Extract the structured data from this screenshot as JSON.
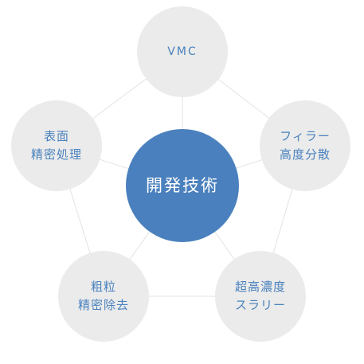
{
  "diagram": {
    "center": {
      "label": "開発技術"
    },
    "nodes": [
      {
        "id": "vmc",
        "label": "VMC"
      },
      {
        "id": "filler",
        "label": "フィラー\n高度分散"
      },
      {
        "id": "slurry",
        "label": "超高濃度\nスラリー"
      },
      {
        "id": "coarse",
        "label": "粗粒\n精密除去"
      },
      {
        "id": "surface",
        "label": "表面\n精密処理"
      }
    ]
  },
  "colors": {
    "center_fill": "#4a80bd",
    "node_fill": "#ebebeb",
    "node_text": "#4a82be",
    "connector": "#e3e3e3"
  }
}
